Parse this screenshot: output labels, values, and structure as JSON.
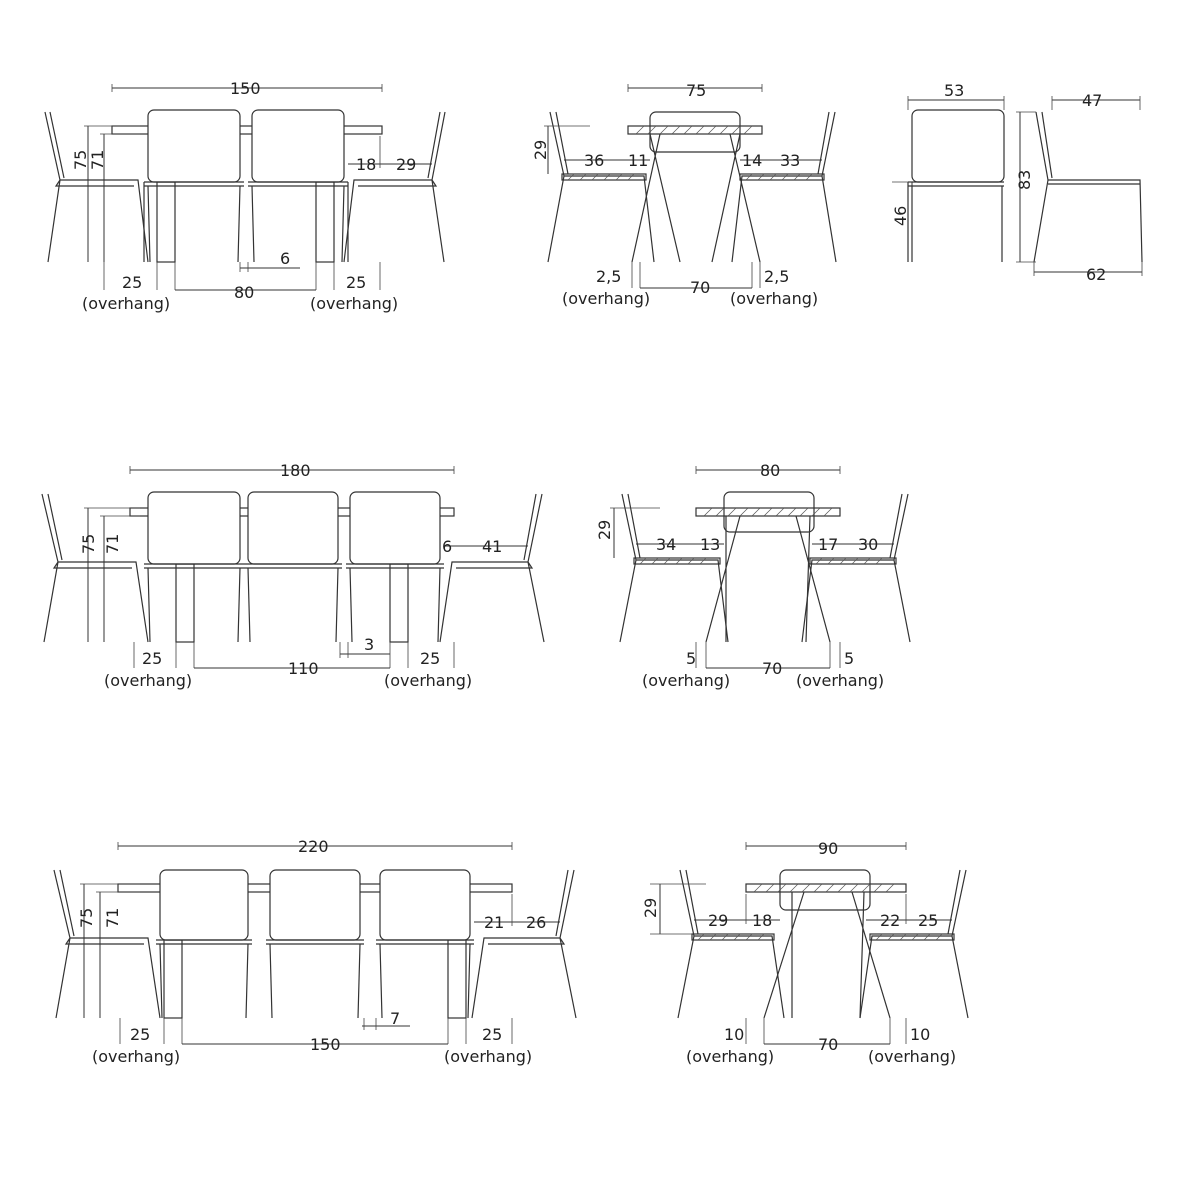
{
  "colors": {
    "line": "#333333",
    "background": "#ffffff"
  },
  "row1": {
    "front": {
      "total": "150",
      "h75": "75",
      "h71": "71",
      "d18": "18",
      "d29": "29",
      "d6": "6",
      "ovl": "25",
      "ovr": "25",
      "mid": "80",
      "overhang": "(overhang)"
    },
    "side": {
      "total": "75",
      "h29": "29",
      "d36": "36",
      "d11": "11",
      "d14": "14",
      "d33": "33",
      "ovl": "2,5",
      "ovr": "2,5",
      "mid": "70",
      "overhang": "(overhang)"
    },
    "chair": {
      "w53": "53",
      "w47": "47",
      "h83": "83",
      "h46": "46",
      "d62": "62"
    }
  },
  "row2": {
    "front": {
      "total": "180",
      "h75": "75",
      "h71": "71",
      "d6": "6",
      "d41": "41",
      "d3": "3",
      "ovl": "25",
      "ovr": "25",
      "mid": "110",
      "overhang": "(overhang)"
    },
    "side": {
      "total": "80",
      "h29": "29",
      "d34": "34",
      "d13": "13",
      "d17": "17",
      "d30": "30",
      "ovl": "5",
      "ovr": "5",
      "mid": "70",
      "overhang": "(overhang)"
    }
  },
  "row3": {
    "front": {
      "total": "220",
      "h75": "75",
      "h71": "71",
      "d21": "21",
      "d26": "26",
      "d7": "7",
      "ovl": "25",
      "ovr": "25",
      "mid": "150",
      "overhang": "(overhang)"
    },
    "side": {
      "total": "90",
      "h29": "29",
      "d29": "29",
      "d18": "18",
      "d22": "22",
      "d25": "25",
      "ovl": "10",
      "ovr": "10",
      "mid": "70",
      "overhang": "(overhang)"
    }
  }
}
